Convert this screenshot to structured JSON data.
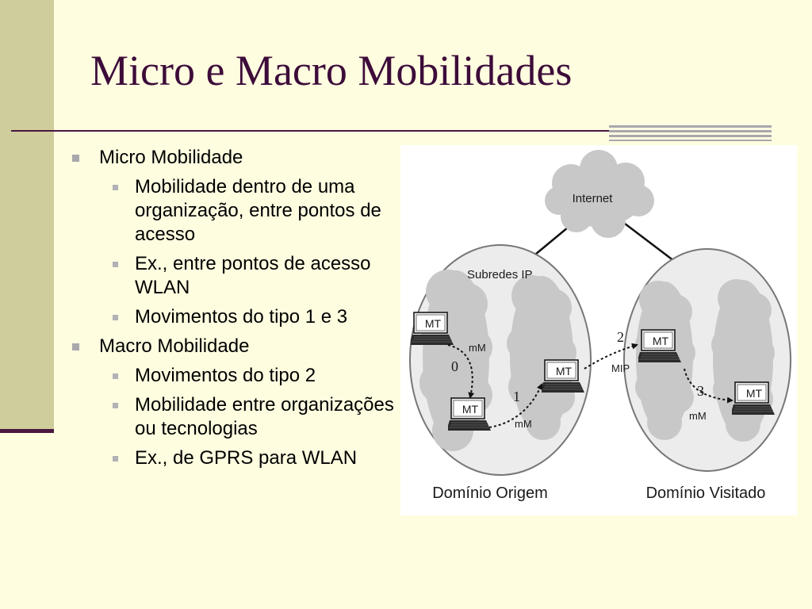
{
  "slide": {
    "title": "Micro e Macro Mobilidades",
    "bullets": [
      {
        "text": "Micro Mobilidade",
        "sub": [
          "Mobilidade dentro de uma organização, entre pontos de acesso",
          "Ex., entre pontos de acesso WLAN",
          "Movimentos do tipo 1 e 3"
        ]
      },
      {
        "text": "Macro Mobilidade",
        "sub": [
          "Movimentos do tipo 2",
          "Mobilidade entre organizações ou tecnologias",
          "Ex., de GPRS para WLAN"
        ]
      }
    ]
  },
  "diagram": {
    "internet": "Internet",
    "subnets": "Subredes IP",
    "terminal": "MT",
    "mm": "mM",
    "mip": "MIP",
    "moves": [
      "0",
      "1",
      "2",
      "3"
    ],
    "origin_domain": "Domínio Origem",
    "visited_domain": "Domínio Visitado"
  },
  "colors": {
    "background": "#fffde0",
    "band": "#cfcd9c",
    "title": "#3d0c3a",
    "rule": "#4a1640",
    "cloud": "#c8c8c8"
  }
}
